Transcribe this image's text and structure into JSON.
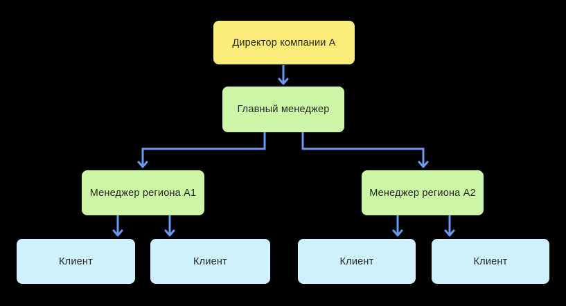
{
  "diagram": {
    "type": "flowchart-org-chart",
    "background": "#000000",
    "colors": {
      "director_fill": "#FCEC7A",
      "manager_fill": "#CCF6A5",
      "client_fill": "#CEF1FC",
      "arrow": "#6C99EF",
      "text": "#262626"
    },
    "nodes": [
      {
        "id": "director",
        "label": "Директор компании А",
        "fill": "#FCEC7A"
      },
      {
        "id": "chief-manager",
        "label": "Главный менеджер",
        "fill": "#CCF6A5"
      },
      {
        "id": "manager-a1",
        "label": "Менеджер региона А1",
        "fill": "#CCF6A5"
      },
      {
        "id": "manager-a2",
        "label": "Менеджер региона А2",
        "fill": "#CCF6A5"
      },
      {
        "id": "client-1",
        "label": "Клиент",
        "fill": "#CEF1FC"
      },
      {
        "id": "client-2",
        "label": "Клиент",
        "fill": "#CEF1FC"
      },
      {
        "id": "client-3",
        "label": "Клиент",
        "fill": "#CEF1FC"
      },
      {
        "id": "client-4",
        "label": "Клиент",
        "fill": "#CEF1FC"
      }
    ],
    "edges": [
      {
        "from": "director",
        "to": "chief-manager"
      },
      {
        "from": "chief-manager",
        "to": "manager-a1"
      },
      {
        "from": "chief-manager",
        "to": "manager-a2"
      },
      {
        "from": "manager-a1",
        "to": "client-1"
      },
      {
        "from": "manager-a1",
        "to": "client-2"
      },
      {
        "from": "manager-a2",
        "to": "client-3"
      },
      {
        "from": "manager-a2",
        "to": "client-4"
      }
    ]
  }
}
